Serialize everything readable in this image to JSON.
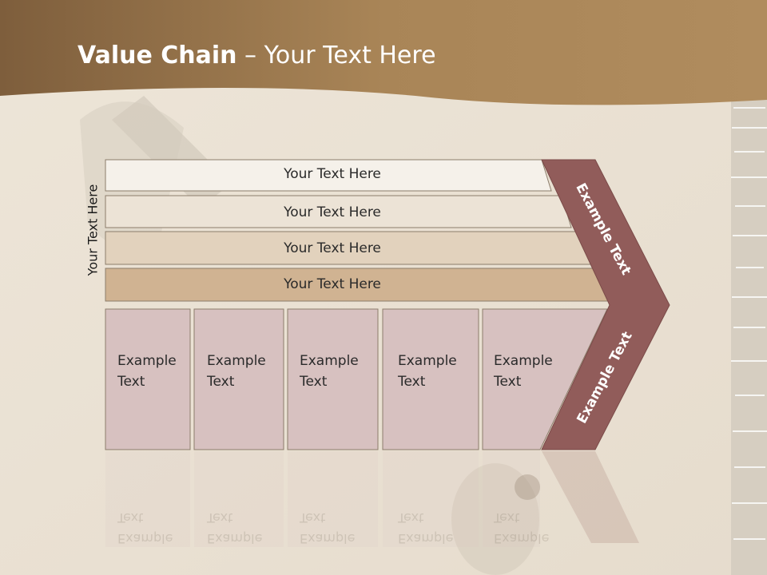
{
  "slide": {
    "title_bold": "Value Chain",
    "title_rest": " – Your Text Here",
    "side_label": "Your Text Here",
    "rows": [
      {
        "label": "Your Text Here",
        "color": "#f5f1ea"
      },
      {
        "label": "Your Text Here",
        "color": "#ece3d6"
      },
      {
        "label": "Your Text Here",
        "color": "#e2d2bd"
      },
      {
        "label": "Your Text Here",
        "color": "#d0b392"
      }
    ],
    "boxes": [
      {
        "line1": "Example",
        "line2": "Text"
      },
      {
        "line1": "Example",
        "line2": "Text"
      },
      {
        "line1": "Example",
        "line2": "Text"
      },
      {
        "line1": "Example",
        "line2": "Text"
      },
      {
        "line1": "Example",
        "line2": "Text"
      }
    ],
    "chevron_top": "Example Text",
    "chevron_bottom": "Example Text",
    "colors": {
      "header": "#9a7850",
      "box_fill": "#d7c1c0",
      "chevron": "#915c5a"
    }
  }
}
